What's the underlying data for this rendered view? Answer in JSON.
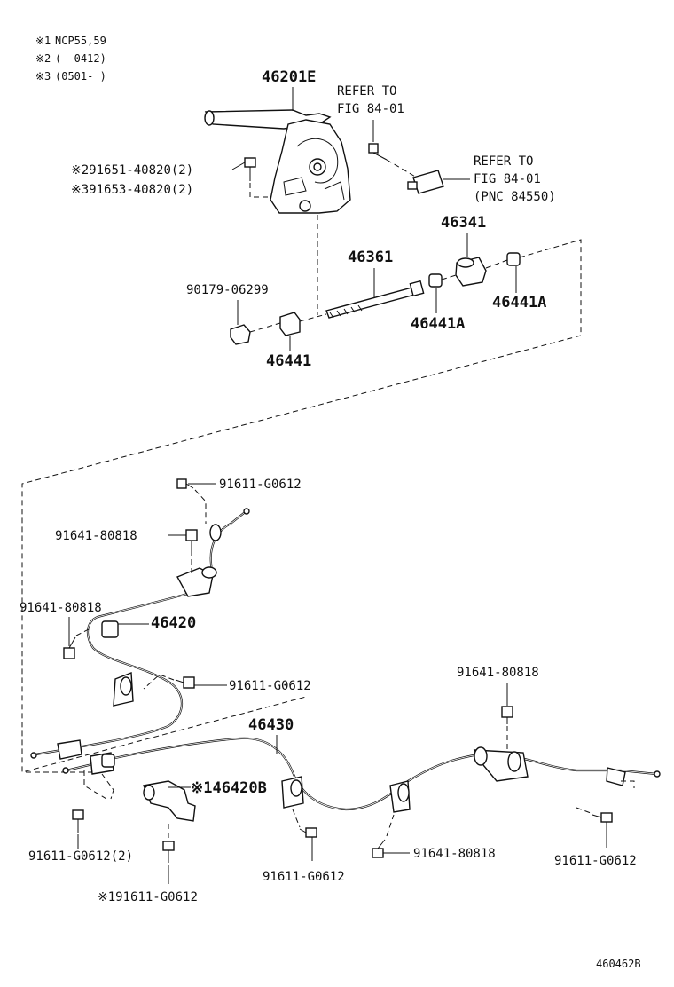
{
  "notes": [
    {
      "mark": "※1",
      "text": "NCP55,59"
    },
    {
      "mark": "※2",
      "text": "(     -0412)"
    },
    {
      "mark": "※3",
      "text": "(0501-     )"
    }
  ],
  "labels": {
    "p46201E": "46201E",
    "refer1_line1": "REFER TO",
    "refer1_line2": "FIG 84-01",
    "refer2_line1": "REFER TO",
    "refer2_line2": "FIG 84-01",
    "refer2_line3": "(PNC 84550)",
    "bolt2": "※291651-40820(2)",
    "bolt3": "※391653-40820(2)",
    "p46341": "46341",
    "p46361": "46361",
    "p90179": "90179-06299",
    "p46441A_right": "46441A",
    "p46441A_mid": "46441A",
    "p46441": "46441",
    "p91611_top": "91611-G0612",
    "p91641_a": "91641-80818",
    "p91641_b": "91641-80818",
    "p46420": "46420",
    "p91611_mid": "91611-G0612",
    "p91641_right": "91641-80818",
    "p46430": "46430",
    "p46420B": "※146420B",
    "p91611_2": "91611-G0612(2)",
    "p91611_c": "91611-G0612",
    "p91641_bottom": "91641-80818",
    "p91611_right": "91611-G0612",
    "p91611_star": "※191611-G0612",
    "diagram_id": "460462B"
  }
}
